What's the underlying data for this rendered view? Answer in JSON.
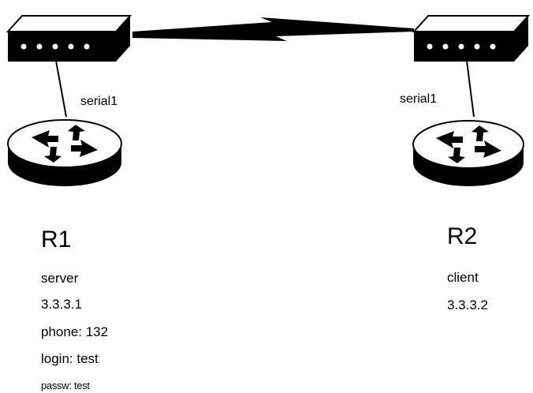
{
  "routers": [
    {
      "name": "R1",
      "interface": "serial1",
      "role": "server",
      "ip": "3.3.3.1",
      "phone": "phone:  132",
      "login": "login: test",
      "password": "passw: test"
    },
    {
      "name": "R2",
      "interface": "serial1",
      "role": "client",
      "ip": "3.3.3.2"
    }
  ],
  "icons": {
    "modem": "modem-icon",
    "router": "router-icon",
    "link": "serial-link-lightning-icon"
  },
  "colors": {
    "line": "#000000",
    "background": "#ffffff",
    "led": "#ffffff"
  }
}
